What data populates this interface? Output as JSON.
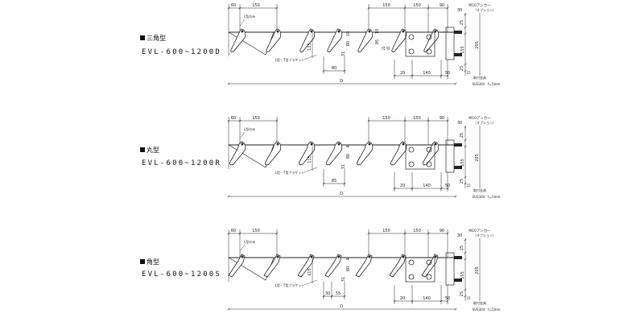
{
  "drawings": [
    {
      "type_name": "三角型",
      "model": "EVL-600~1200D",
      "dims": {
        "top_left": "60",
        "top_mid": "150",
        "top_r1": "150",
        "top_r2": "150",
        "top_r3": "90",
        "right_30": "30",
        "right_25a": "25",
        "right_155": "155",
        "right_25b": "25",
        "right_205": "205",
        "right_15": "15",
        "v_115": "115",
        "v_31": "31",
        "v_80": "80",
        "v_10a": "10",
        "v_95": "95",
        "v_10b": "10",
        "v_25": "25",
        "v_45": "45",
        "bottom_a": "80",
        "bottom_20": "20",
        "bottom_140": "140",
        "bottom_50": "50",
        "overall": "D"
      },
      "notes": {
        "l_only": "L型のみ",
        "bracket": "L型・T型ブラケット",
        "anchor": "M10アンカー",
        "option": "（オプション）",
        "mount": "取付金具",
        "material": "SUS304　t=5mm"
      }
    },
    {
      "type_name": "丸型",
      "model": "EVL-600~1200R",
      "dims": {
        "top_left": "60",
        "top_mid": "150",
        "top_r1": "150",
        "top_r2": "150",
        "top_r3": "90",
        "right_30": "30",
        "right_25a": "25",
        "right_155": "155",
        "right_25b": "25",
        "right_205": "205",
        "right_15": "15",
        "v_115": "115",
        "v_31": "31",
        "v_80": "80",
        "v_10a": "4",
        "v_95": "",
        "v_10b": "",
        "v_25": "",
        "v_45": "",
        "bottom_a": "85",
        "bottom_20": "20",
        "bottom_140": "140",
        "bottom_50": "50",
        "overall": "D"
      },
      "notes": {
        "l_only": "L型のみ",
        "bracket": "L型・T型ブラケット",
        "anchor": "M10アンカー",
        "option": "（オプション）",
        "mount": "取付金具",
        "material": "SUS304　t=5mm"
      }
    },
    {
      "type_name": "角型",
      "model": "EVL-600~1200S",
      "dims": {
        "top_left": "60",
        "top_mid": "150",
        "top_r1": "150",
        "top_r2": "150",
        "top_r3": "90",
        "right_30": "30",
        "right_25a": "25",
        "right_155": "155",
        "right_25b": "25",
        "right_205": "205",
        "right_15": "15",
        "v_115": "115",
        "v_31": "31",
        "v_80": "80",
        "v_10a": "4",
        "v_95": "",
        "v_10b": "",
        "v_25": "",
        "v_45": "",
        "bottom_a": "30",
        "bottom_a2": "55",
        "bottom_20": "20",
        "bottom_140": "140",
        "bottom_50": "50",
        "overall": "D"
      },
      "notes": {
        "l_only": "L型のみ",
        "bracket": "L型・T型ブラケット",
        "anchor": "M10アンカー",
        "option": "（オプション）",
        "mount": "取付金具",
        "material": "SUS304　t=5mm"
      }
    }
  ]
}
